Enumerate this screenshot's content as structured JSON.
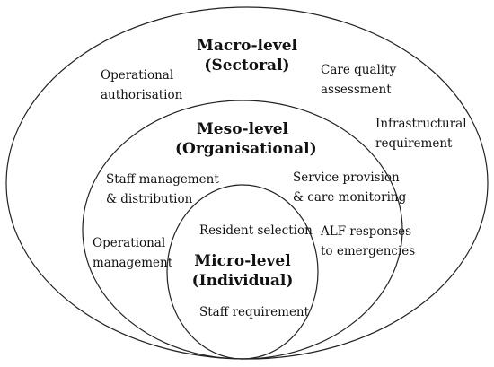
{
  "levels": {
    "macro": {
      "title": "Macro-level",
      "subtitle": "(Sectoral)",
      "items": [
        "Operational",
        "authorisation",
        "Care quality",
        "assessment",
        "Infrastructural",
        "requirement"
      ]
    },
    "meso": {
      "title": "Meso-level",
      "subtitle": "(Organisational)",
      "items": [
        "Staff management",
        "& distribution",
        "Service provision",
        "& care monitoring",
        "Operational",
        "management",
        "ALF responses",
        "to emergencies"
      ]
    },
    "micro": {
      "title": "Micro-level",
      "subtitle": "(Individual)",
      "items": [
        "Resident selection",
        "Staff requirement"
      ]
    }
  }
}
